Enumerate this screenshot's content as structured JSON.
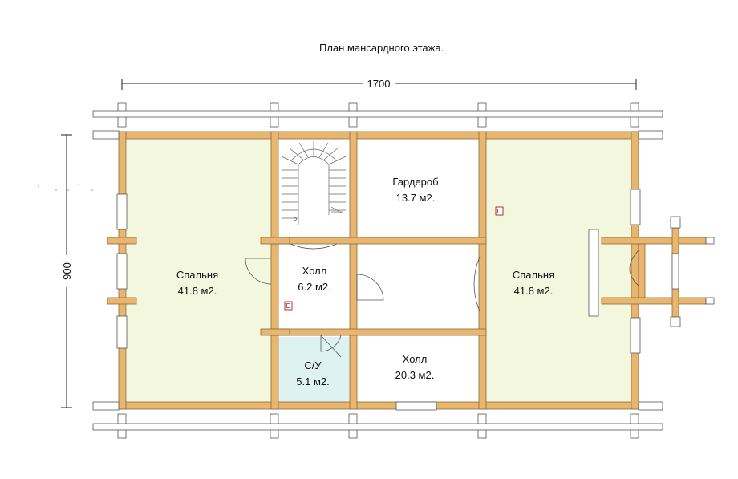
{
  "title": "План мансардного этажа.",
  "dimensions": {
    "width": "1700",
    "height": "900"
  },
  "rooms": [
    {
      "name": "Спальня",
      "area": "41.8 м2."
    },
    {
      "name": "Гардероб",
      "area": "13.7 м2."
    },
    {
      "name": "Холл",
      "area": "6.2 м2."
    },
    {
      "name": "Спальня",
      "area": "41.8 м2."
    },
    {
      "name": "С/У",
      "area": "5.1 м2."
    },
    {
      "name": "Холл",
      "area": "20.3 м2."
    }
  ],
  "colors": {
    "log": "#e8b66f",
    "log_border": "#8a6a3a",
    "bedroom_floor": "#f3f7dd",
    "bathroom_floor": "#dff2f2",
    "room_floor": "#ffffff",
    "window": "#ffffff"
  }
}
